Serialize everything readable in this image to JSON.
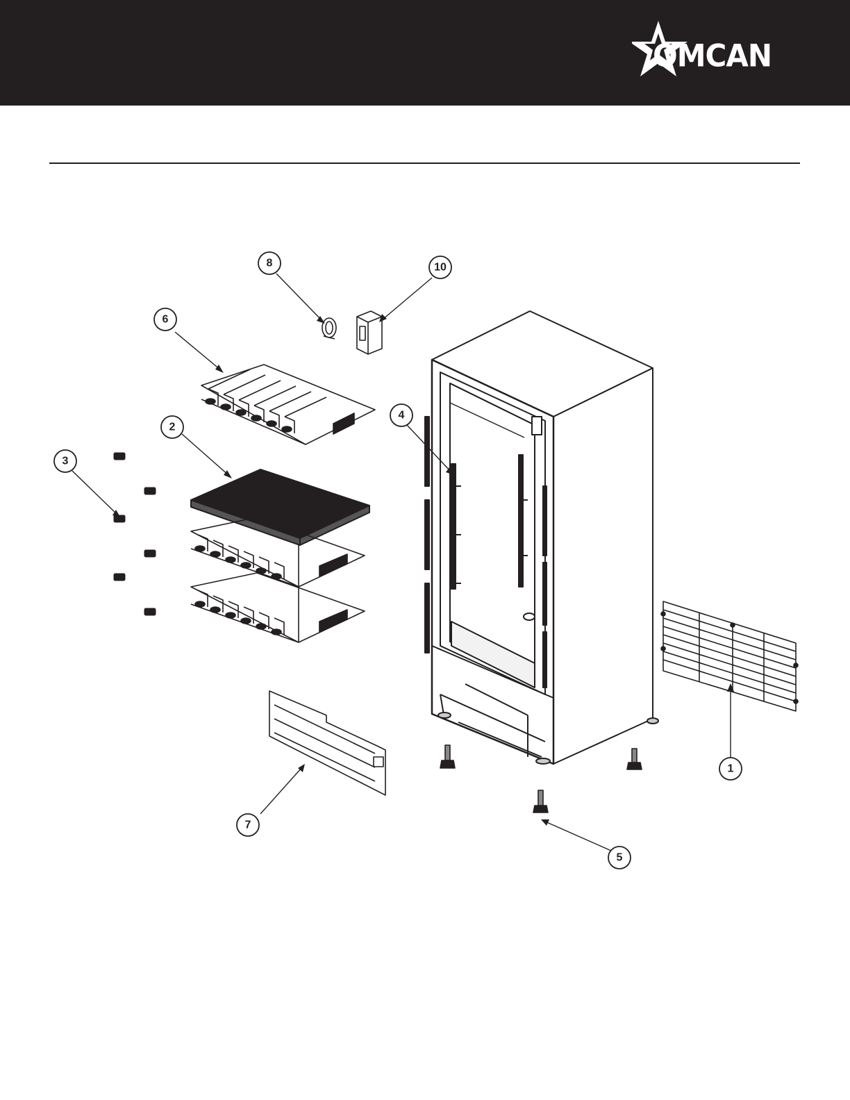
{
  "brand": {
    "name": "OMCAN"
  },
  "callouts": [
    {
      "number": "1",
      "part": "rear-grille"
    },
    {
      "number": "2",
      "part": "wire-shelf"
    },
    {
      "number": "3",
      "part": "shelf-clip"
    },
    {
      "number": "4",
      "part": "shelf-support-rail"
    },
    {
      "number": "5",
      "part": "leveling-leg"
    },
    {
      "number": "6",
      "part": "bottle-rack"
    },
    {
      "number": "7",
      "part": "kick-plate"
    },
    {
      "number": "8",
      "part": "light-bulb"
    },
    {
      "number": "10",
      "part": "controller-box"
    }
  ]
}
